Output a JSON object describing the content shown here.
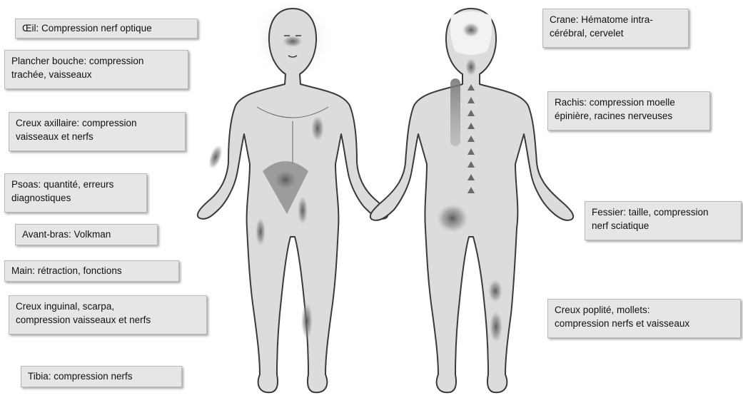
{
  "labels": {
    "oeil": "Œil: Compression nerf optique",
    "plancher": "Plancher bouche: compression\ntrachée, vaisseaux",
    "axillaire": "Creux axillaire: compression\nvaisseaux et nerfs",
    "psoas": "Psoas: quantité, erreurs\ndiagnostiques",
    "avantbras": "Avant-bras: Volkman",
    "main": "Main: rétraction, fonctions",
    "inguinal": "Creux inguinal, scarpa,\ncompression vaisseaux et nerfs",
    "tibia": "Tibia: compression nerfs",
    "crane": "Crane: Hématome intra-\ncérébral, cervelet",
    "rachis": "Rachis: compression moelle\népinière, racines nerveuses",
    "fessier": "Fessier: taille, compression\nnerf sciatique",
    "poplite": "Creux poplité, mollets:\ncompression nerfs et vaisseaux"
  },
  "colors": {
    "skin": "#dcdcdc",
    "outline": "#3a3a3a",
    "label_bg": "#e6e6e6",
    "lesion": "#707070"
  }
}
